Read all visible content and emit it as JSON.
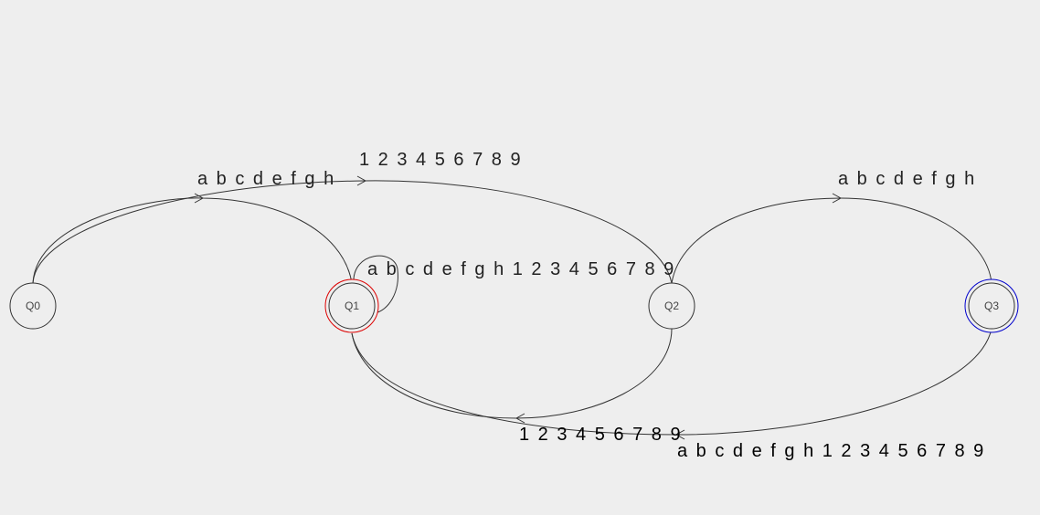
{
  "states": [
    {
      "id": "Q0",
      "label": "Q0",
      "type": "normal"
    },
    {
      "id": "Q1",
      "label": "Q1",
      "type": "start",
      "ring_color": "#dd0000"
    },
    {
      "id": "Q2",
      "label": "Q2",
      "type": "normal"
    },
    {
      "id": "Q3",
      "label": "Q3",
      "type": "accept",
      "ring_color": "#0000cc"
    }
  ],
  "transitions": [
    {
      "from": "Q0",
      "to": "Q1",
      "label": "a b c d e f g h"
    },
    {
      "from": "Q0",
      "to": "Q2",
      "label": "1 2 3 4 5 6 7 8 9"
    },
    {
      "from": "Q1",
      "to": "Q1",
      "label": "a b c d e f g h 1 2 3 4 5 6 7 8 9"
    },
    {
      "from": "Q2",
      "to": "Q3",
      "label": "a b c d e f g h"
    },
    {
      "from": "Q2",
      "to": "Q1",
      "label": "1 2 3 4 5 6 7 8 9"
    },
    {
      "from": "Q3",
      "to": "Q1",
      "label": "a b c d e f g h 1 2 3 4 5 6 7 8 9"
    }
  ],
  "colors": {
    "background": "#eeeeee",
    "edge": "#333333",
    "start_ring": "#dd0000",
    "accept_ring": "#0000cc"
  }
}
